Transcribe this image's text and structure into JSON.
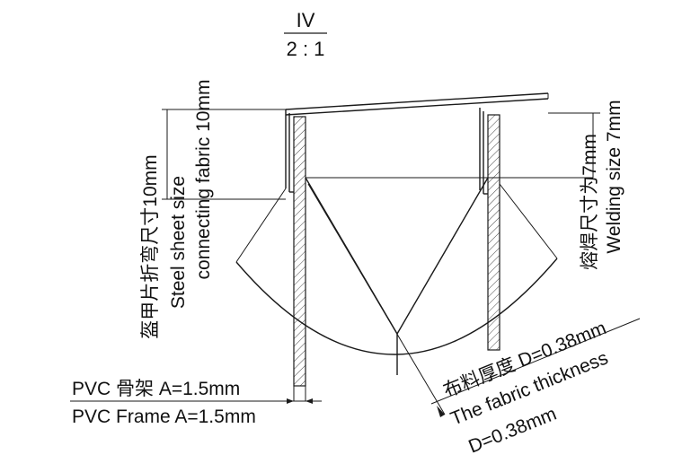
{
  "section": {
    "id": "IV",
    "scale": "2 : 1"
  },
  "labels": {
    "steel_sheet_cn": "盔甲片折弯尺寸10mm",
    "steel_sheet_en_1": "Steel sheet size",
    "steel_sheet_en_2": "connecting fabric 10mm",
    "weld_cn": "熔焊尺寸为7mm",
    "weld_en": "Welding size 7mm",
    "pvc_cn": "PVC 骨架 A=1.5mm",
    "pvc_en": "PVC Frame A=1.5mm",
    "fabric_cn": "布料厚度 D=0.38mm",
    "fabric_en_1": "The fabric thickness",
    "fabric_en_2": "D=0.38mm"
  }
}
